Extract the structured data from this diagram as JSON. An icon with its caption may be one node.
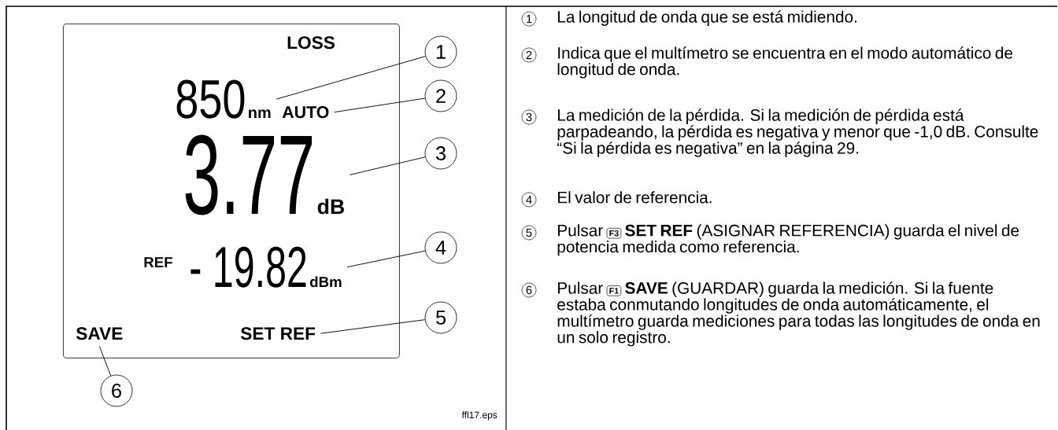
{
  "diagram": {
    "nodes": [
      {
        "text": [
          "LOSS"
        ]
      },
      {
        "text": [
          "850",
          "nm"
        ],
        "in": 0
      },
      {
        "text": [
          "AUTO"
        ],
        "in": 0
      },
      {
        "text": [
          "3.77",
          "dB"
        ],
        "in": 0
      },
      {
        "text": [
          "- 19.82",
          "dBm"
        ],
        "in": 0
      },
      {
        "text": [
          "SET REF"
        ],
        "in": 0
      },
      {
        "text": [
          "SAVE"
        ],
        "in": 0
      },
      {
        "text": [
          "1"
        ]
      },
      {
        "text": [
          "2"
        ]
      },
      {
        "text": [
          "3"
        ]
      },
      {
        "text": [
          "4"
        ]
      },
      {
        "text": [
          "5"
        ]
      },
      {
        "text": [
          "6"
        ]
      },
      {
        "text": [
          "1"
        ],
        "beside": [
          "La longitud de onda que se está midiendo."
        ]
      },
      {
        "text": [
          "2"
        ],
        "beside": [
          "Indica que el multímetro se encuentra en el modo automático de longitud de onda."
        ]
      },
      {
        "text": [
          "3"
        ],
        "beside": [
          "La medición de la pérdida. Si la medición de pérdida está parpadeando, la pérdida es negativa y menor que -1,0 dB. Consulte “Si la pérdida es negativa” en la página 29."
        ]
      },
      {
        "text": [
          "4"
        ],
        "beside": [
          "El valor de referencia."
        ]
      },
      {
        "text": [
          "5"
        ],
        "beside": [
          "Pulsar",
          "F3",
          "**SET REF** (ASIGNAR REFERENCIA) guarda el nivel de potencia medida como referencia."
        ]
      },
      {
        "text": [
          "6"
        ],
        "beside": [
          "Pulsar",
          "F1",
          "**SAVE** (GUARDAR) guarda la medición. Si la fuente estaba conmutando longitudes de onda automáticamente, el multímetro guarda mediciones para todas las longitudes de onda en un solo registro."
        ]
      }
    ],
    "edges": [
      {
        "from": 7,
        "to": 1,
        "arrow": "none"
      },
      {
        "from": 8,
        "to": 2,
        "arrow": "none"
      },
      {
        "from": 9,
        "to": 3,
        "arrow": "none"
      },
      {
        "from": 10,
        "to": 4,
        "arrow": "none"
      },
      {
        "from": 11,
        "to": 5,
        "arrow": "none"
      },
      {
        "from": 12,
        "to": 6,
        "arrow": "none"
      }
    ],
    "labels": [
      "REF",
      "ffl17.eps"
    ]
  }
}
